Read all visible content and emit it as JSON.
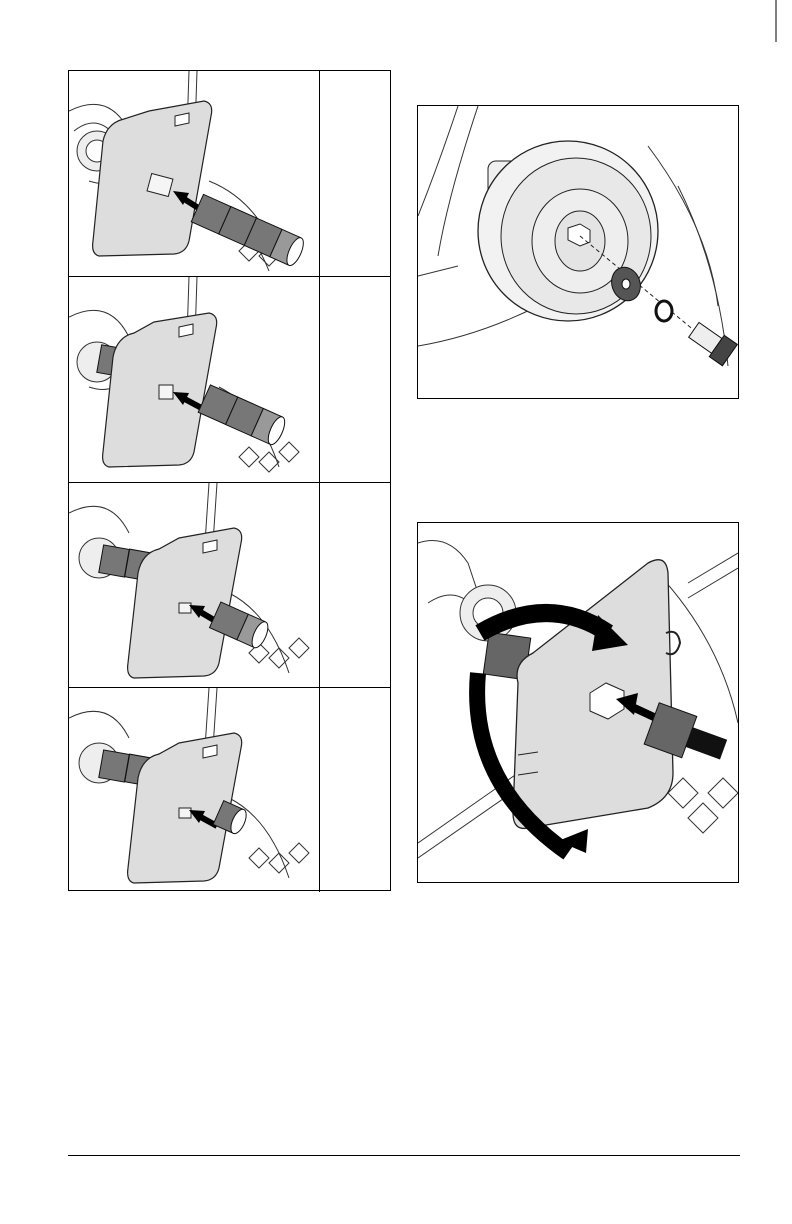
{
  "page": {
    "step_rows": [
      {
        "illustration": "assembly-step-1"
      },
      {
        "illustration": "assembly-step-2"
      },
      {
        "illustration": "assembly-step-3"
      },
      {
        "illustration": "assembly-step-4"
      }
    ],
    "figures": [
      {
        "illustration": "wheel-hub-bolt-washer-exploded"
      },
      {
        "illustration": "plate-rotate-with-spacers"
      }
    ]
  }
}
